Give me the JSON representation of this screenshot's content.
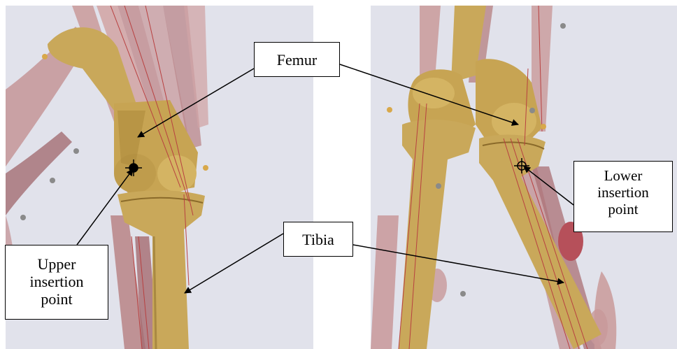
{
  "labels": {
    "femur": "Femur",
    "tibia": "Tibia",
    "upper_insertion": [
      "Upper",
      "insertion",
      "point"
    ],
    "lower_insertion": [
      "Lower",
      "insertion",
      "point"
    ]
  },
  "colors": {
    "background": "#e1e2eb",
    "bone": "#c9a85a",
    "bone_shadow": "#8a6a2a",
    "muscle": "#c99a9a",
    "muscle_dark": "#a0606a",
    "tendon_line": "#b84040",
    "marker_gray": "#8a8a8a",
    "marker_gold": "#d8a84a"
  }
}
